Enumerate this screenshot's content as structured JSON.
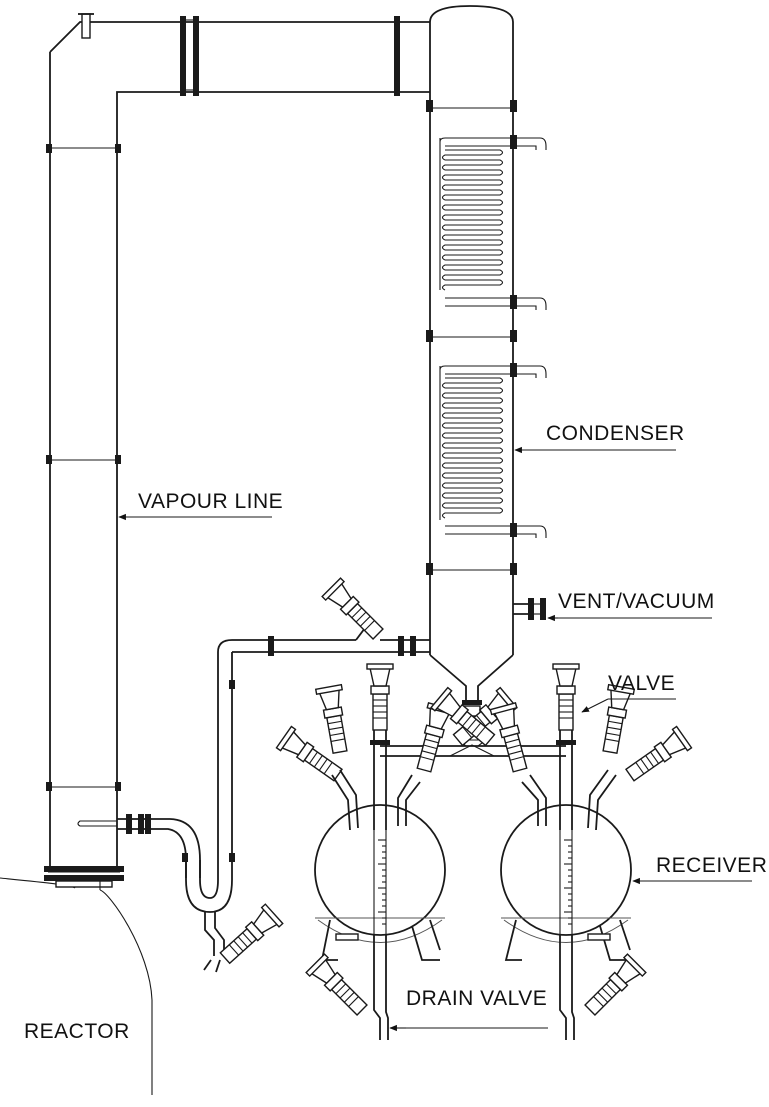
{
  "labels": {
    "condenser": "CONDENSER",
    "vapour_line": "VAPOUR LINE",
    "vent_vacuum": "VENT/VACUUM",
    "valve": "VALVE",
    "receiver": "RECEIVER",
    "drain_valve": "DRAIN VALVE",
    "reactor": "REACTOR"
  }
}
